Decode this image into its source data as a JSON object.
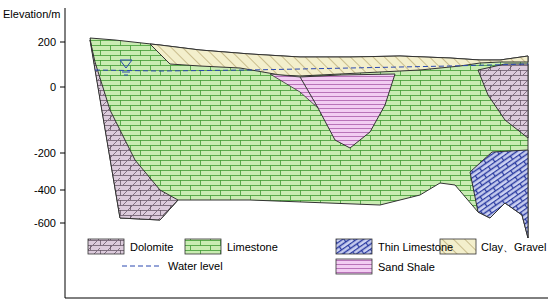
{
  "diagram": {
    "labels": [
      "Elevation/m",
      "200",
      "0",
      "-200",
      "-400",
      "-600"
    ],
    "legend": [
      {
        "text": "Dolomite"
      },
      {
        "text": "Limestone"
      },
      {
        "text": "Thin Limestone"
      },
      {
        "text": "Clay、Gravel"
      },
      {
        "text": "Water level"
      },
      {
        "text": "Sand Shale"
      }
    ]
  }
}
